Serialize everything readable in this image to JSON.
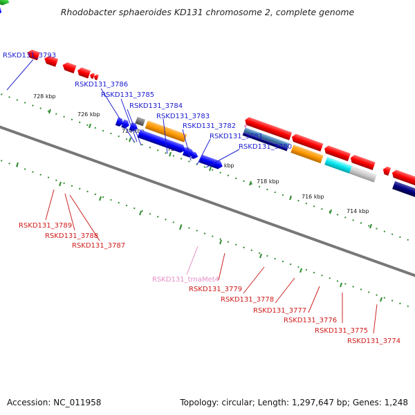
{
  "title": "Rhodobacter sphaeroides KD131 chromosome 2, complete genome",
  "footer": {
    "accession": "Accession: NC_011958",
    "topology": "Topology: circular; Length: 1,297,647 bp; Genes: 1,248"
  },
  "ticks": [
    "728 kbp",
    "726 kbp",
    "724 kbp",
    "722 kbp",
    "720 kbp",
    "718 kbp",
    "716 kbp",
    "714 kbp"
  ],
  "labels_top": [
    "RSKD131_3793",
    "RSKD131_3786",
    "RSKD131_3785",
    "RSKD131_3784",
    "RSKD131_3783",
    "RSKD131_3782",
    "RSKD131_3781",
    "RSKD131_3780"
  ],
  "labels_bottom": [
    "RSKD131_3789",
    "RSKD131_3788",
    "RSKD131_3787",
    "RSKD131_trnaMet4",
    "RSKD131_3779",
    "RSKD131_3778",
    "RSKD131_3777",
    "RSKD131_3776",
    "RSKD131_3775",
    "RSKD131_3774"
  ],
  "colors": {
    "forward_label": "#1a1ad0",
    "reverse_label": "#d01a1a",
    "trna_label": "#e58fc6",
    "gene_red": "#ff0000",
    "gene_blue": "#0000ff",
    "gene_orange": "#ff9900",
    "gene_green": "#33cc33",
    "gene_gray": "#777777",
    "gene_navy": "#000080",
    "gene_cyan": "#00e5ee",
    "gene_steel": "#4682b4",
    "gene_light": "#cccccc",
    "backbone": "#888888",
    "tick_marks": "#2e8b2e"
  }
}
